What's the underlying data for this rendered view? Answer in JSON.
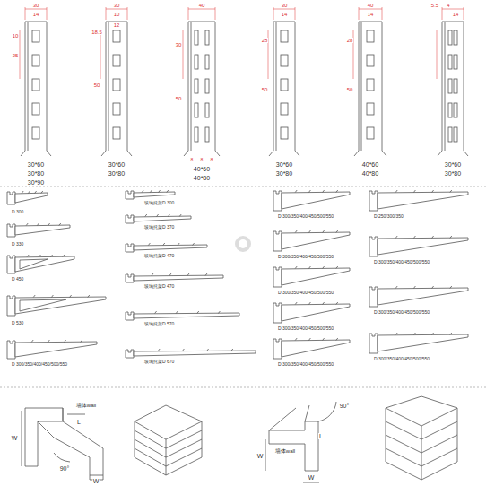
{
  "diagram": {
    "labels": [
      "30",
      "14",
      "10",
      "25",
      "30*60",
      "30*80",
      "30*90",
      "30",
      "10",
      "18.5",
      "12",
      "50",
      "30*60",
      "30*80",
      "40",
      "30",
      "50",
      "8",
      "8",
      "8",
      "40*60",
      "40*80",
      "30",
      "14",
      "28",
      "50",
      "30*60",
      "30*80",
      "40",
      "14",
      "28",
      "50",
      "40*60",
      "40*80",
      "5.5",
      "4",
      "14",
      "30*60",
      "30*80",
      "D 300",
      "D 330",
      "D 450",
      "D 530",
      "D 300/350/400/450/500/550",
      "玻璃托架D 300",
      "玻璃托架D 370",
      "玻璃托架D 470",
      "玻璃托架D 470",
      "玻璃托架D 570",
      "玻璃托架D 670",
      "D 300/350/400/450/500/550",
      "D 300/350/400/450/500/550",
      "D 300/350/400/450/500/550",
      "D 300/350/400/450/500/550",
      "D 300/350/400/450/500/550",
      "D 250/300/350",
      "D 300/350/400/450/500/550",
      "D 300/350/400/450/500/550",
      "D 300/350/400/450/500/550",
      "墙体wall",
      "L",
      "W",
      "90°",
      "W",
      "L",
      "90°",
      "墙体wall",
      "W",
      "W"
    ]
  }
}
